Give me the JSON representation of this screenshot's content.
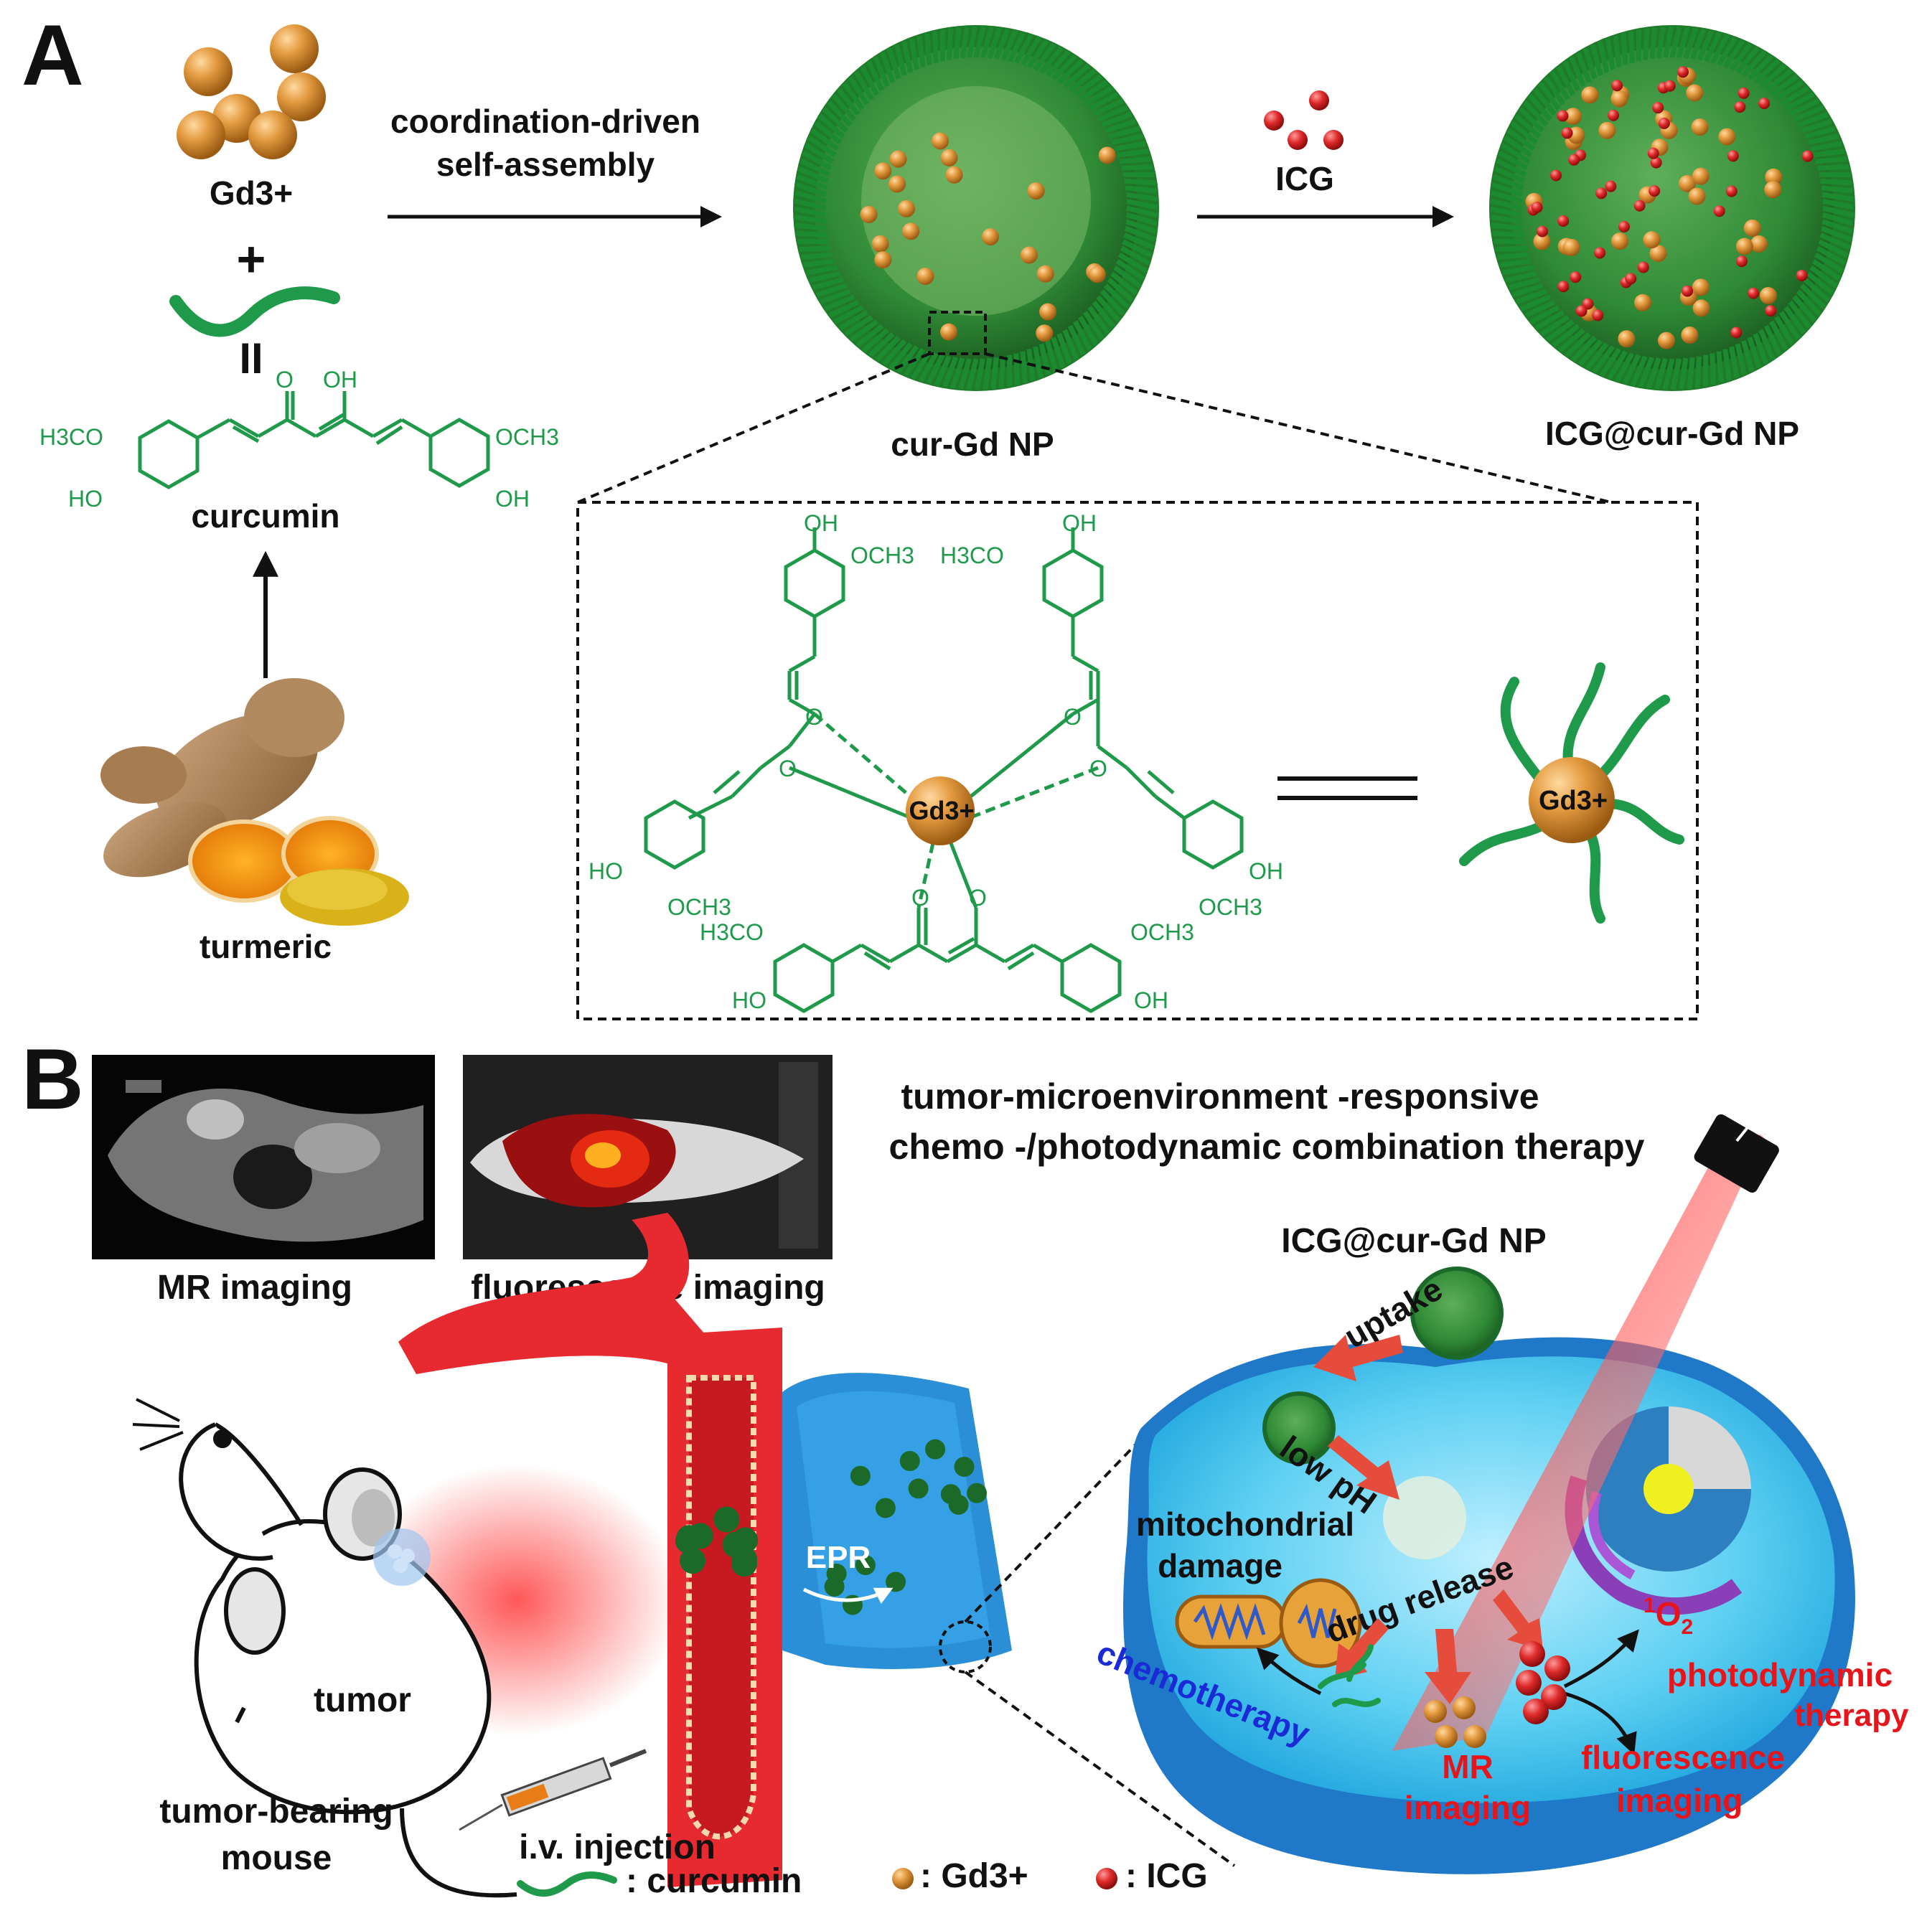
{
  "panel_a": {
    "label": "A",
    "gd_label": "Gd3+",
    "plus": "+",
    "equals": "II",
    "step1": [
      "coordination-driven",
      "self-assembly"
    ],
    "step2": "ICG",
    "np1_label": "cur-Gd NP",
    "np2_label": "ICG@cur-Gd NP",
    "curcumin_label": "curcumin",
    "turmeric_label": "turmeric",
    "curcumin_groups": {
      "h3co": "H3CO",
      "ho": "HO",
      "o": "O",
      "oh": "OH",
      "och3": "OCH3"
    },
    "complex": {
      "center": "Gd3+",
      "top_left_groups": {
        "oh": "OH",
        "och3": "OCH3"
      },
      "top_right_groups": {
        "oh": "OH",
        "h3co": "H3CO"
      },
      "left_groups": {
        "ho": "HO",
        "och3": "OCH3"
      },
      "right_groups": {
        "oh": "OH",
        "och3": "OCH3"
      },
      "bottom_groups": {
        "h3co": "H3CO",
        "ho": "HO",
        "och3": "OCH3",
        "oh": "OH"
      },
      "o": "O",
      "simplified_center": "Gd3+"
    }
  },
  "panel_b": {
    "label": "B",
    "mr_caption": "MR imaging",
    "fl_caption": "fluorescence imaging",
    "heading": [
      "tumor-microenvironment -responsive",
      "chemo -/photodynamic combination therapy"
    ],
    "np_label": "ICG@cur-Gd NP",
    "uptake": "uptake",
    "low_ph": "low pH",
    "mito": [
      "mitochondrial",
      "damage"
    ],
    "drug_release": "drug release",
    "singlet_o2": "1O2",
    "chemotherapy": "chemotherapy",
    "mr_imaging": [
      "MR",
      "imaging"
    ],
    "photodynamic": [
      "photodynamic",
      "therapy"
    ],
    "fluorescence": [
      "fluorescence",
      "imaging"
    ],
    "epr": "EPR",
    "tumor": "tumor",
    "injection": "i.v. injection",
    "mouse": [
      "tumor-bearing",
      "mouse"
    ]
  },
  "legend": [
    {
      "symbol": "curcumin-squiggle",
      "text": ": curcumin"
    },
    {
      "symbol": "gd-ball",
      "text": ": Gd3+"
    },
    {
      "symbol": "icg-ball",
      "text": ": ICG"
    }
  ],
  "colors": {
    "curcumin_green": "#1e9a4a",
    "gd_orange": "#d98a2b",
    "icg_red": "#d9212b",
    "cell_blue": "#2a8fd6",
    "vessel_red": "#e62a30",
    "text_red": "#e8141b",
    "text_blue": "#1a2bd6"
  }
}
